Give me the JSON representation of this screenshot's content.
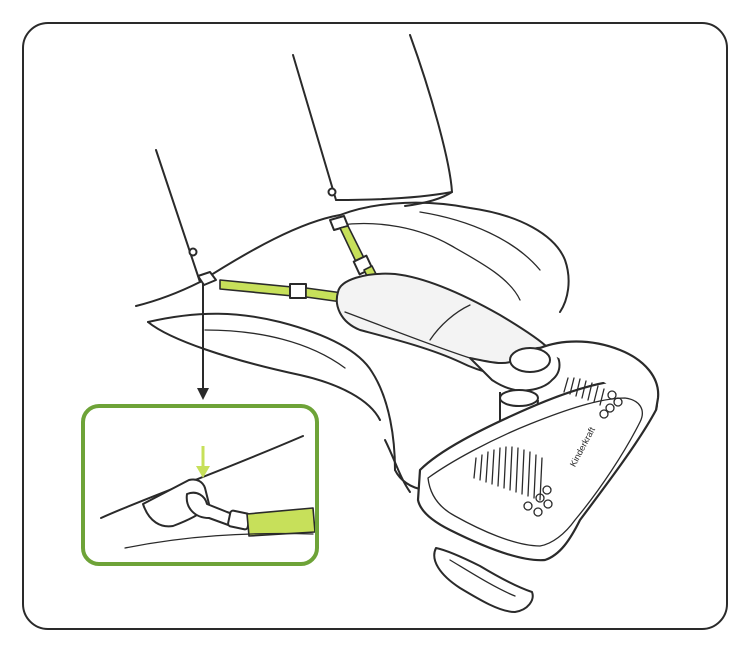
{
  "figure": {
    "accent_color": "#6ea338",
    "strap_color": "#c7e05a",
    "line_color": "#2a2a2a",
    "icons": [
      "car-seat-illustration",
      "seat-tray-illustration",
      "tether-strap-illustration",
      "anchor-hook-detail",
      "pointer-arrow",
      "green-arrow-indicator"
    ]
  },
  "tray": {
    "brand_label": "Kinderkraft"
  }
}
